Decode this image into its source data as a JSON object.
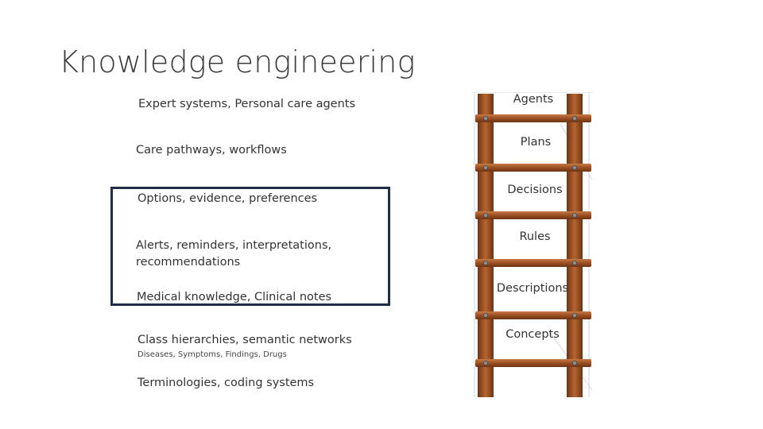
{
  "slide": {
    "title": "Knowledge engineering",
    "left_labels": [
      "Expert systems, Personal care agents",
      "Care pathways, workflows",
      "Options, evidence, preferences",
      "Alerts, reminders, interpretations,",
      "recommendations",
      "Medical knowledge, Clinical notes",
      "Class hierarchies, semantic networks",
      "Diseases, Symptoms, Findings, Drugs",
      "Terminologies, coding systems"
    ],
    "ladder_labels": [
      "Agents",
      "Plans",
      "Decisions",
      "Rules",
      "Descriptions",
      "Concepts"
    ]
  },
  "colors": {
    "highlight_border": "#1f2d4a",
    "wood": "#a0522d",
    "wood_dark": "#6e3414"
  }
}
